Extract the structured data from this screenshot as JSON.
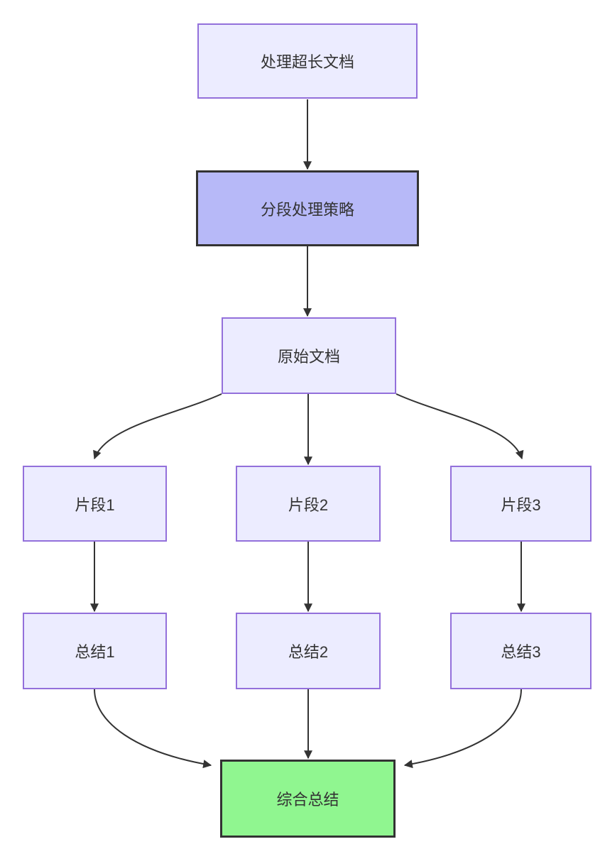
{
  "diagram": {
    "type": "flowchart",
    "direction": "top-down",
    "nodes": [
      {
        "id": "A",
        "label": "处理超长文档",
        "style": "default"
      },
      {
        "id": "B",
        "label": "分段处理策略",
        "style": "highlight"
      },
      {
        "id": "C",
        "label": "原始文档",
        "style": "default"
      },
      {
        "id": "D1",
        "label": "片段1",
        "style": "default"
      },
      {
        "id": "D2",
        "label": "片段2",
        "style": "default"
      },
      {
        "id": "D3",
        "label": "片段3",
        "style": "default"
      },
      {
        "id": "E1",
        "label": "总结1",
        "style": "default"
      },
      {
        "id": "E2",
        "label": "总结2",
        "style": "default"
      },
      {
        "id": "E3",
        "label": "总结3",
        "style": "default"
      },
      {
        "id": "F",
        "label": "综合总结",
        "style": "success"
      }
    ],
    "edges": [
      {
        "from": "A",
        "to": "B"
      },
      {
        "from": "B",
        "to": "C"
      },
      {
        "from": "C",
        "to": "D1"
      },
      {
        "from": "C",
        "to": "D2"
      },
      {
        "from": "C",
        "to": "D3"
      },
      {
        "from": "D1",
        "to": "E1"
      },
      {
        "from": "D2",
        "to": "E2"
      },
      {
        "from": "D3",
        "to": "E3"
      },
      {
        "from": "E1",
        "to": "F"
      },
      {
        "from": "E2",
        "to": "F"
      },
      {
        "from": "E3",
        "to": "F"
      }
    ],
    "colors": {
      "node_fill": "#ECECFF",
      "node_border": "#9370DB",
      "highlight_fill": "#b7b9f8",
      "success_fill": "#90f690",
      "strong_border": "#333333",
      "edge_color": "#333333",
      "text_color": "#333333",
      "background": "#ffffff"
    }
  }
}
